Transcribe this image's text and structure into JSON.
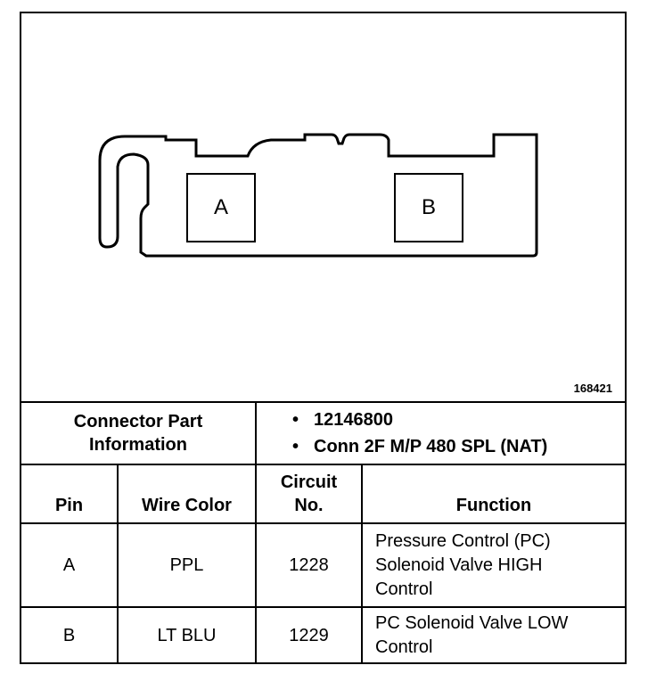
{
  "diagram": {
    "pin_a_label": "A",
    "pin_b_label": "B",
    "figure_number": "168421"
  },
  "connector_info": {
    "label_line1": "Connector Part",
    "label_line2": "Information",
    "items": [
      "12146800",
      "Conn 2F M/P 480 SPL (NAT)"
    ]
  },
  "table": {
    "headers": {
      "pin": "Pin",
      "wire_color": "Wire Color",
      "circuit_line1": "Circuit",
      "circuit_line2": "No.",
      "function": "Function"
    },
    "rows": [
      {
        "pin": "A",
        "wire_color": "PPL",
        "circuit": "1228",
        "function_lines": [
          "Pressure Control (PC)",
          "Solenoid Valve HIGH",
          "Control"
        ]
      },
      {
        "pin": "B",
        "wire_color": "LT BLU",
        "circuit": "1229",
        "function_lines": [
          "PC Solenoid Valve LOW",
          "Control"
        ]
      }
    ]
  }
}
